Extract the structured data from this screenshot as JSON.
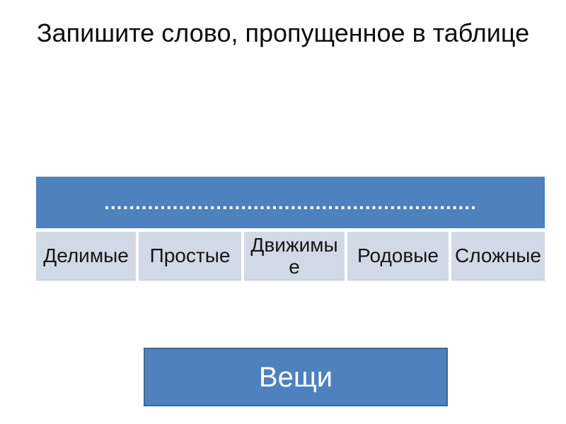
{
  "slide": {
    "title": "Запишите слово, пропущенное в таблице",
    "table": {
      "header_dots": "............................................................",
      "cells": [
        "Делимые",
        "Простые",
        "Движимые",
        "Родовые",
        "Сложные"
      ]
    },
    "answer": {
      "label": "Вещи"
    },
    "colors": {
      "accent_blue": "#4E81BD",
      "answer_border": "#3E6991",
      "light_cell": "#D2D9E6"
    }
  }
}
